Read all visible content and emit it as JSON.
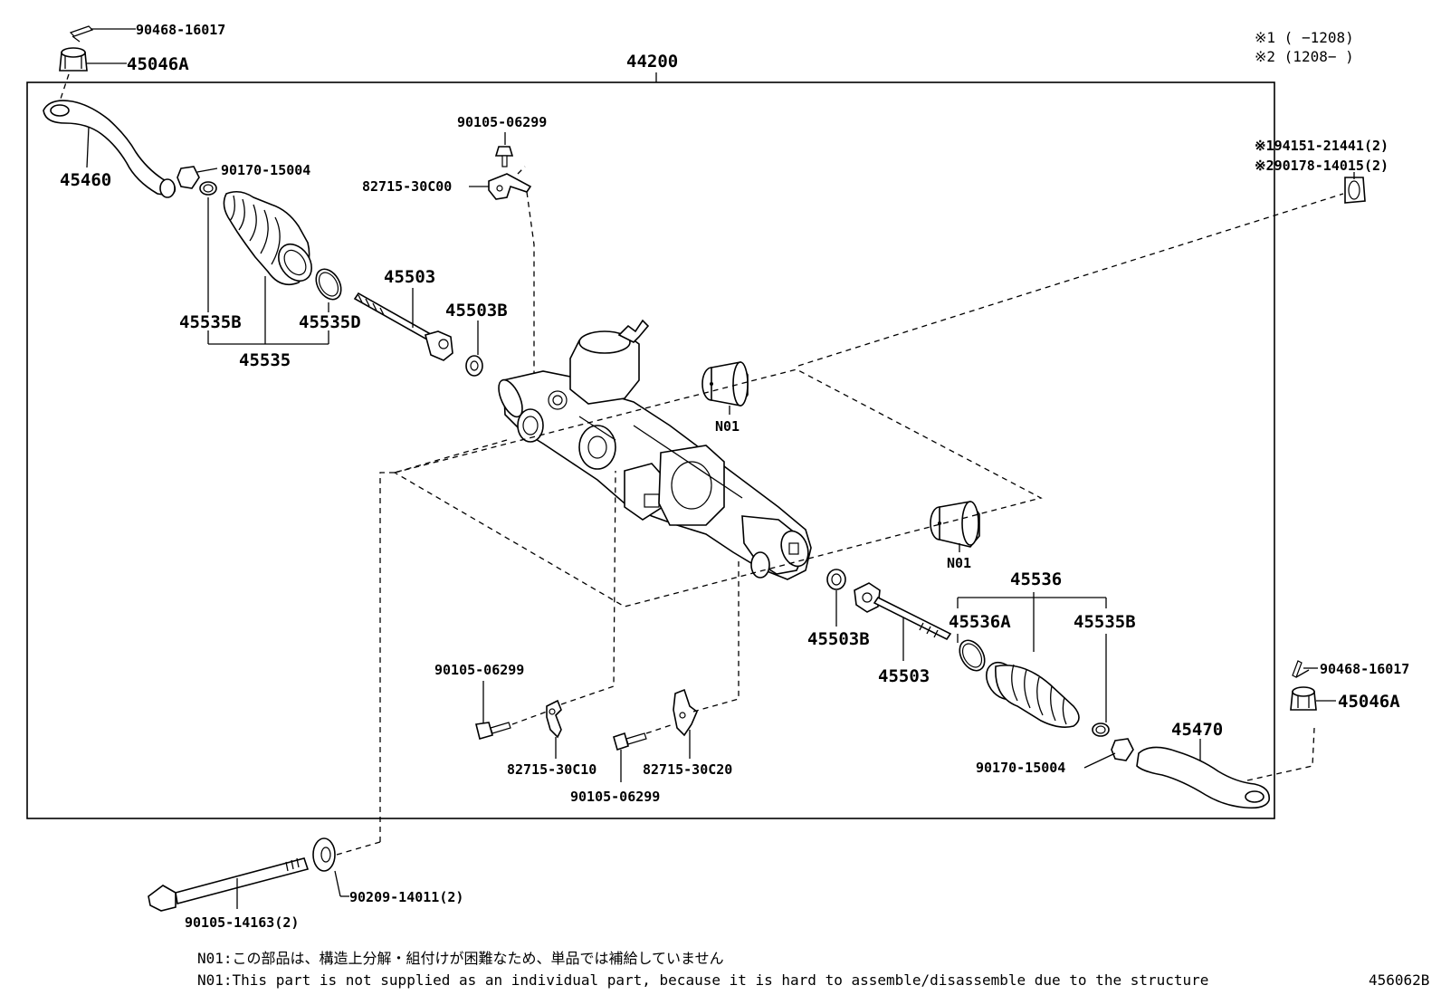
{
  "assembly_number": "44200",
  "legend": {
    "line1": "※1 (     −1208)",
    "line2": "※2 (1208−     )"
  },
  "part_numbers": {
    "p90468_16017_left": "90468-16017",
    "p45046A_left": "45046A",
    "p45460": "45460",
    "p90170_15004_left": "90170-15004",
    "p45535B_left": "45535B",
    "p45535D": "45535D",
    "p45535": "45535",
    "p45503_left": "45503",
    "p45503B_left": "45503B",
    "p90105_06299_top": "90105-06299",
    "p82715_30C00": "82715-30C00",
    "n01_top": "N01",
    "n01_right": "N01",
    "p94151_21441": "※194151-21441(2)",
    "p90178_14015": "※290178-14015(2)",
    "p45536": "45536",
    "p45536A": "45536A",
    "p45535B_right": "45535B",
    "p45503B_right": "45503B",
    "p45503_right": "45503",
    "p90105_06299_left": "90105-06299",
    "p82715_30C10": "82715-30C10",
    "p82715_30C20": "82715-30C20",
    "p90105_06299_bottom": "90105-06299",
    "p90170_15004_right": "90170-15004",
    "p45470": "45470",
    "p90468_16017_right": "90468-16017",
    "p45046A_right": "45046A",
    "p90105_14163": "90105-14163(2)",
    "p90209_14011": "90209-14011(2)"
  },
  "notes": {
    "jp": "N01:この部品は、構造上分解・組付けが困難なため、単品では補給していません",
    "en": "N01:This part is not supplied as an individual part, because it is hard to assemble/disassemble due to the structure"
  },
  "figure_id": "456062B"
}
